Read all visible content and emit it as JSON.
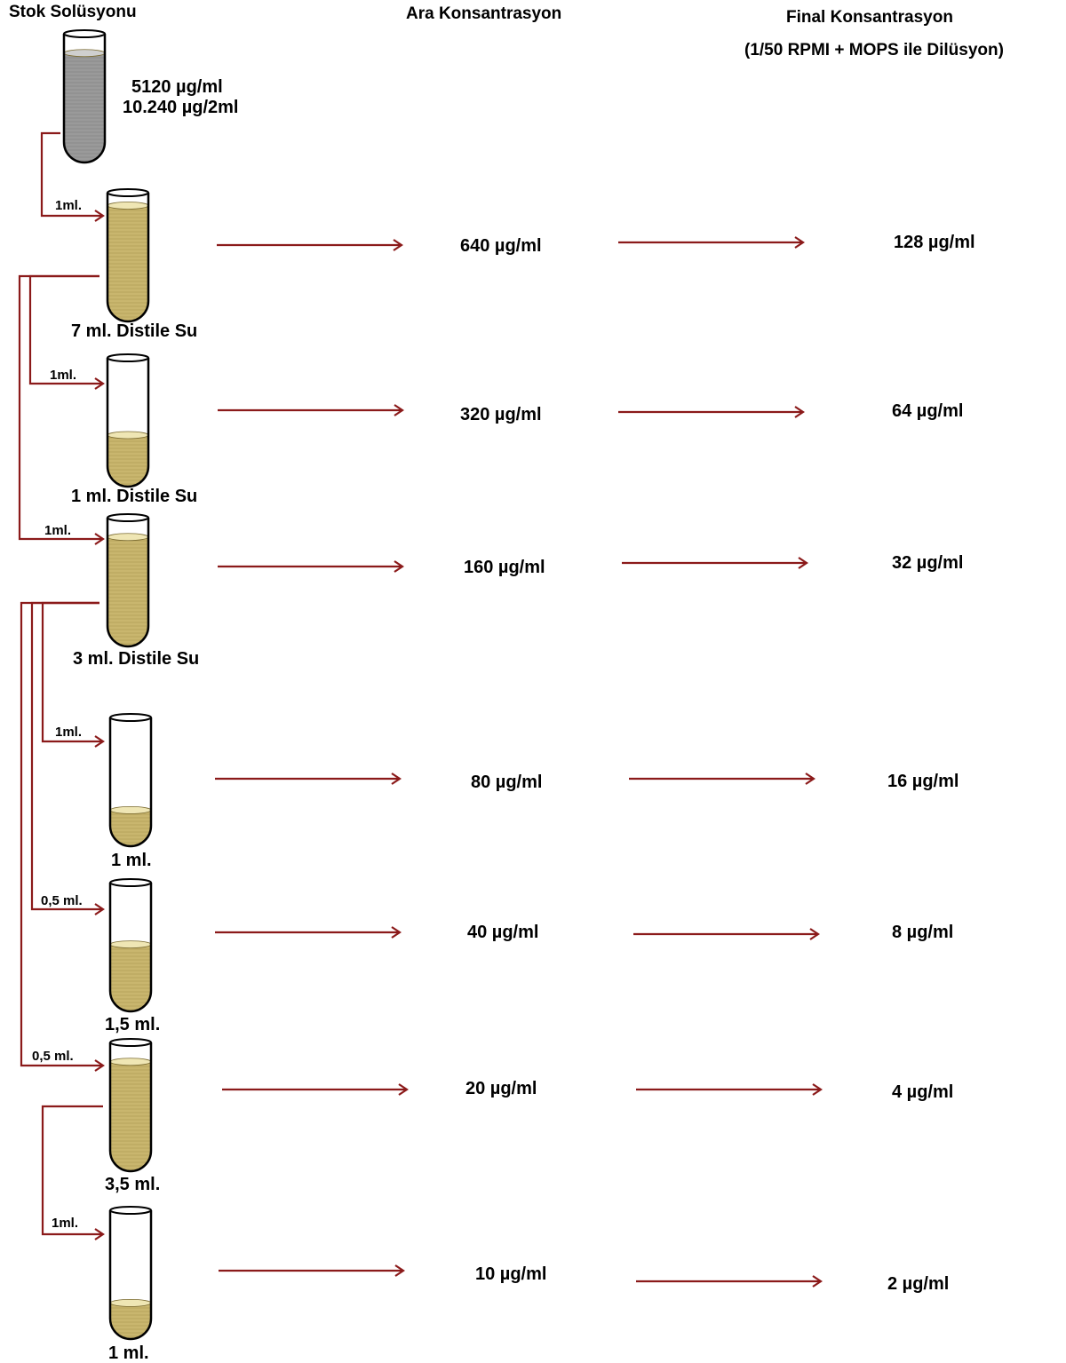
{
  "headers": {
    "stock": "Stok Solüsyonu",
    "intermediate": "Ara Konsantrasyon",
    "final": "Final Konsantrasyon",
    "final_note": "(1/50 RPMI + MOPS ile Dilüsyon)"
  },
  "stock": {
    "conc1": "5120 µg/ml",
    "conc2": "10.240 µg/2ml"
  },
  "colors": {
    "arrow": "#8b1a1a",
    "liquid": "#c9b66e",
    "liquid_light": "#efe6b4",
    "stock_liquid": "#9a9a9a"
  },
  "steps": [
    {
      "transfer": "1ml.",
      "tube_label": "7 ml. Distile Su",
      "intermediate": "640 µg/ml",
      "final": "128 µg/ml",
      "fill": 0.9
    },
    {
      "transfer": "1ml.",
      "tube_label": "1 ml. Distile Su",
      "intermediate": "320 µg/ml",
      "final": "64 µg/ml",
      "fill": 0.4
    },
    {
      "transfer": "1ml.",
      "tube_label": "3 ml. Distile Su",
      "intermediate": "160 µg/ml",
      "final": "32 µg/ml",
      "fill": 0.85
    },
    {
      "transfer": "1ml.",
      "tube_label": "1 ml.",
      "intermediate": "80 µg/ml",
      "final": "16 µg/ml",
      "fill": 0.28
    },
    {
      "transfer": "0,5 ml.",
      "tube_label": "1,5 ml.",
      "intermediate": "40 µg/ml",
      "final": "8 µg/ml",
      "fill": 0.52
    },
    {
      "transfer": "0,5 ml.",
      "tube_label": "3,5 ml.",
      "intermediate": "20 µg/ml",
      "final": "4 µg/ml",
      "fill": 0.85
    },
    {
      "transfer": "1ml.",
      "tube_label": "1 ml.",
      "intermediate": "10 µg/ml",
      "final": "2 µg/ml",
      "fill": 0.28
    }
  ]
}
